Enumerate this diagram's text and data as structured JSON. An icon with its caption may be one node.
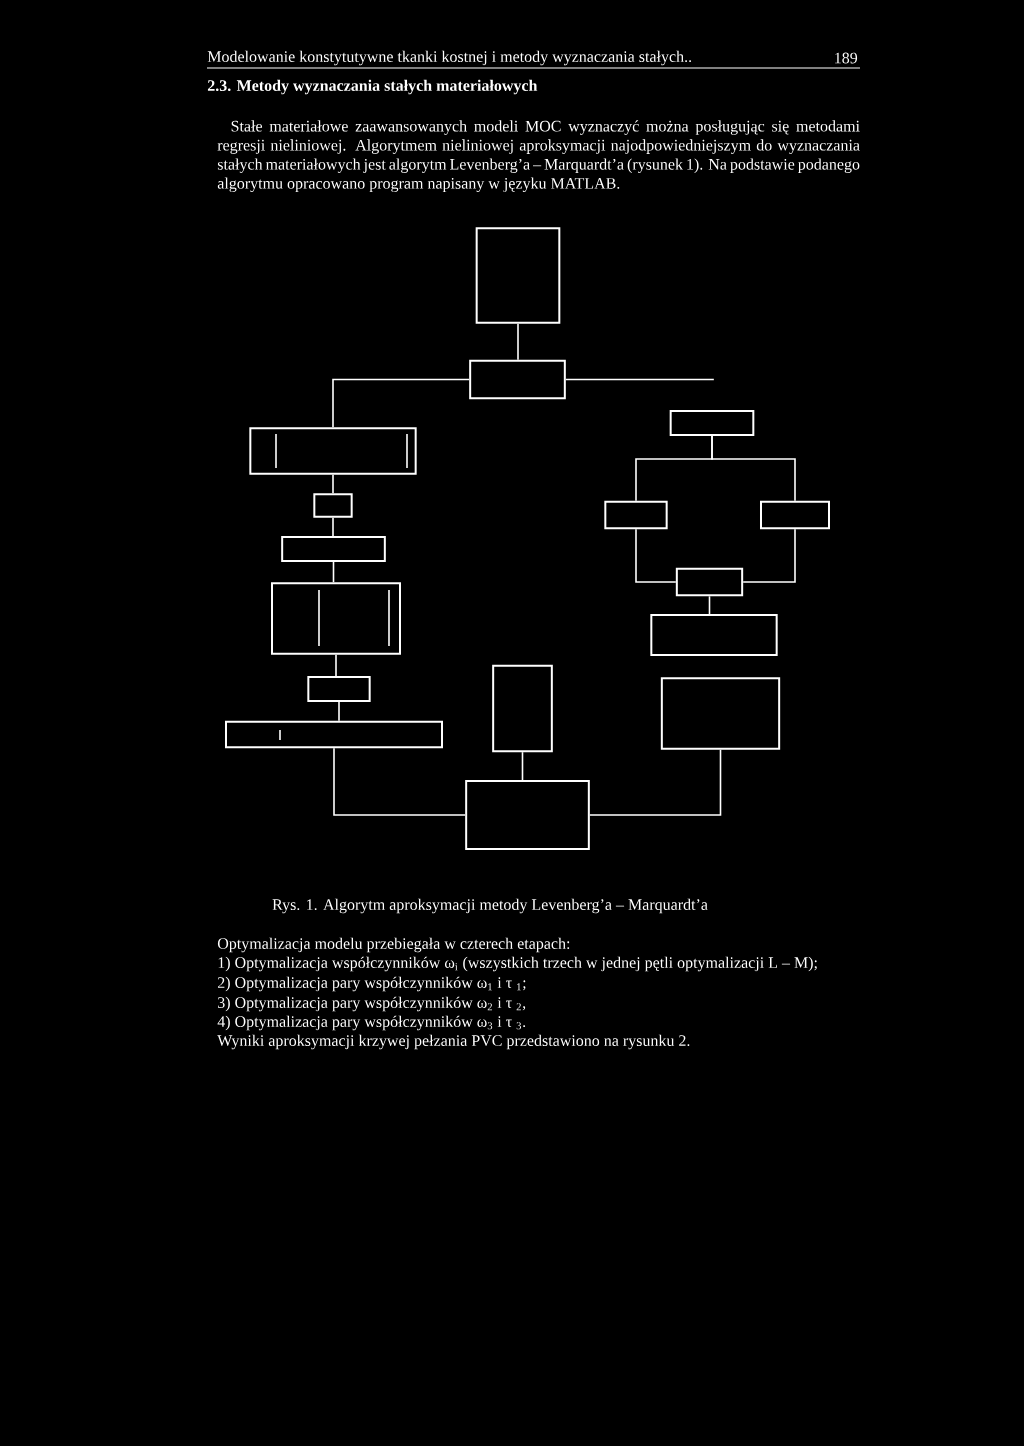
{
  "diagram": {
    "caption": "Rys. 1. Algorytm aproksymacji metody Levenberg’a – Marquardt’a",
    "nodes": [
      {
        "text": [],
        "shape": "box"
      },
      {
        "text": [],
        "shape": "box"
      },
      {
        "text": [],
        "shape": "box"
      },
      {
        "text": [],
        "shape": "box"
      },
      {
        "text": [],
        "shape": "box"
      },
      {
        "text": [],
        "shape": "box"
      },
      {
        "text": [],
        "shape": "box"
      },
      {
        "text": [],
        "shape": "box"
      },
      {
        "text": [],
        "shape": "box"
      },
      {
        "text": [],
        "shape": "box"
      },
      {
        "text": [],
        "shape": "box"
      },
      {
        "text": [],
        "shape": "box"
      },
      {
        "text": [],
        "shape": "box"
      },
      {
        "text": [],
        "shape": "box"
      },
      {
        "text": [],
        "shape": "box"
      },
      {
        "text": [],
        "shape": "box"
      }
    ],
    "edges": [
      {
        "from": 0,
        "to": 1,
        "arrow": "none"
      },
      {
        "from": 1,
        "to": 2,
        "arrow": "none"
      },
      {
        "from": 1,
        "to": null,
        "arrow": "none"
      },
      {
        "from": 2,
        "to": 3,
        "arrow": "none"
      },
      {
        "from": 3,
        "to": 4,
        "arrow": "none"
      },
      {
        "from": 4,
        "to": 5,
        "arrow": "none"
      },
      {
        "from": 5,
        "to": 6,
        "arrow": "none"
      },
      {
        "from": 6,
        "to": 7,
        "arrow": "none"
      },
      {
        "from": 8,
        "to": 9,
        "arrow": "none"
      },
      {
        "from": 8,
        "to": 10,
        "arrow": "none"
      },
      {
        "from": 9,
        "to": 11,
        "arrow": "none"
      },
      {
        "from": 10,
        "to": 11,
        "arrow": "none"
      },
      {
        "from": 11,
        "to": 12,
        "arrow": "none"
      },
      {
        "from": 7,
        "to": 15,
        "arrow": "none"
      },
      {
        "from": 14,
        "to": 15,
        "arrow": "none"
      },
      {
        "from": 13,
        "to": 15,
        "arrow": "none"
      }
    ],
    "labels": [
      "Modelowanie konstytutywne tkanki kostnej i metody wyznaczania stałych..",
      "189",
      "2.3. Metody wyznaczania stałych materiałowych",
      "Stałe materiałowe zaawansowanych modeli MOC wyznaczyć można posługując się metodami regresji nieliniowej. Algorytmem nieliniowej aproksymacji najodpowiedniejszym do wyznaczania stałych materiałowych jest algorytm Levenberg’a – Marquardt’a (rysunek 1). Na podstawie podanego algorytmu opracowano program napisany w języku MATLAB.",
      "Optymalizacja modelu przebiegała w czterech etapach:",
      "1) Optymalizacja współczynników ω$_{i}$ (wszystkich trzech w jednej pętli optymalizacji L – M);",
      "2) Optymalizacja pary współczynników ω$_{1}$ i τ $_{1}$;",
      "3) Optymalizacja pary współczynników ω$_{2}$ i τ $_{2}$,",
      "4) Optymalizacja pary współczynników ω$_{3}$ i τ $_{3}$.",
      "Wyniki aproksymacji krzywej pełzania PVC przedstawiono na rysunku 2."
    ]
  }
}
